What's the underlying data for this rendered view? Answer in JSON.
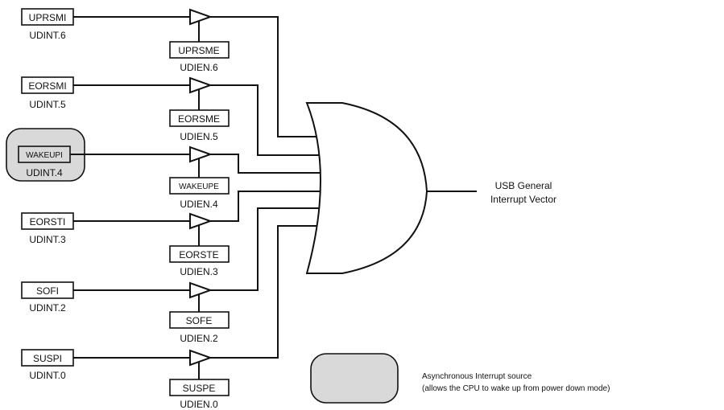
{
  "colors": {
    "line": "#111111",
    "async_fill": "#d9d9d9"
  },
  "sources": [
    {
      "flag": "UPRSMI",
      "flag_reg": "UDINT.6",
      "enable": "UPRSME",
      "enable_reg": "UDIEN.6",
      "async": false
    },
    {
      "flag": "EORSMI",
      "flag_reg": "UDINT.5",
      "enable": "EORSME",
      "enable_reg": "UDIEN.5",
      "async": false
    },
    {
      "flag": "WAKEUPI",
      "flag_reg": "UDINT.4",
      "enable": "WAKEUPE",
      "enable_reg": "UDIEN.4",
      "async": true
    },
    {
      "flag": "EORSTI",
      "flag_reg": "UDINT.3",
      "enable": "EORSTE",
      "enable_reg": "UDIEN.3",
      "async": false
    },
    {
      "flag": "SOFI",
      "flag_reg": "UDINT.2",
      "enable": "SOFE",
      "enable_reg": "UDIEN.2",
      "async": false
    },
    {
      "flag": "SUSPI",
      "flag_reg": "UDINT.0",
      "enable": "SUSPE",
      "enable_reg": "UDIEN.0",
      "async": false
    }
  ],
  "output": {
    "line1": "USB General",
    "line2": "Interrupt Vector"
  },
  "legend": {
    "line1": "Asynchronous Interrupt source",
    "line2": "(allows the CPU to wake up from power down mode)"
  }
}
